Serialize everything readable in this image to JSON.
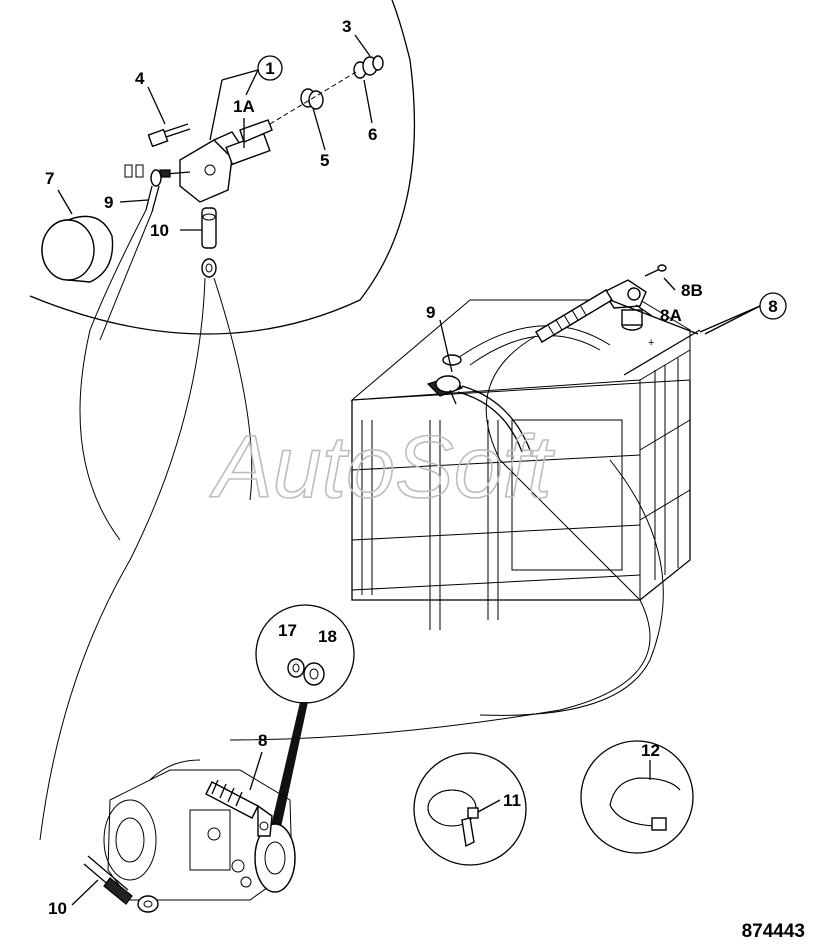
{
  "watermark": "AutoSoft",
  "drawing_number": "874443",
  "callouts": {
    "c1": "1",
    "c1a": "1A",
    "c3": "3",
    "c4": "4",
    "c5": "5",
    "c6": "6",
    "c7": "7",
    "c9_top": "9",
    "c10_top": "10",
    "c9_battery": "9",
    "c8": "8",
    "c8a": "8A",
    "c8b": "8B",
    "c17": "17",
    "c18": "18",
    "c8_starter": "8",
    "c11": "11",
    "c12": "12",
    "c10_bottom": "10"
  }
}
